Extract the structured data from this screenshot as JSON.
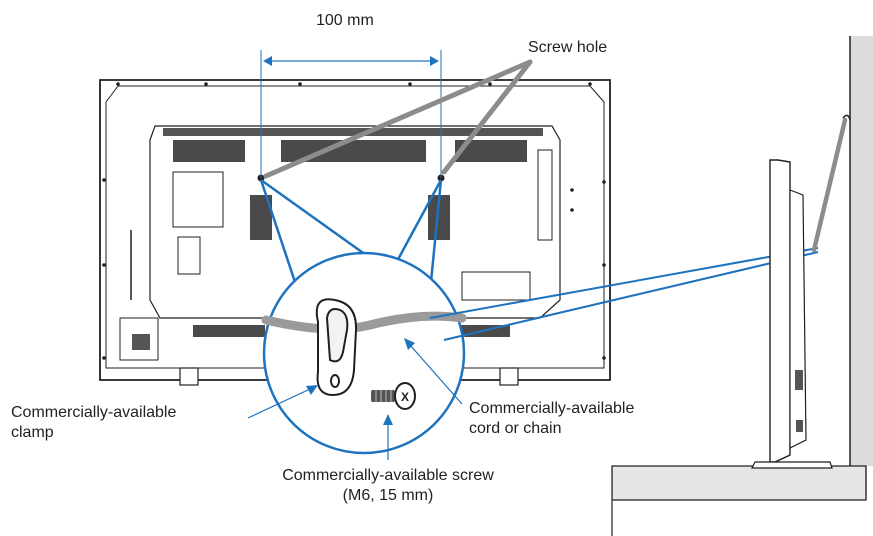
{
  "labels": {
    "dimension": "100 mm",
    "screw_hole": "Screw hole",
    "clamp_line1": "Commercially-available",
    "clamp_line2": "clamp",
    "cord_line1": "Commercially-available",
    "cord_line2": "cord or chain",
    "screw_line1": "Commercially-available screw",
    "screw_line2": "(M6, 15 mm)",
    "screw_head_mark": "X"
  },
  "colors": {
    "outline": "#231f20",
    "leader_blue": "#1e73be",
    "cord_gray": "#8c8c8c",
    "wall_gray": "#dcdcdc"
  }
}
